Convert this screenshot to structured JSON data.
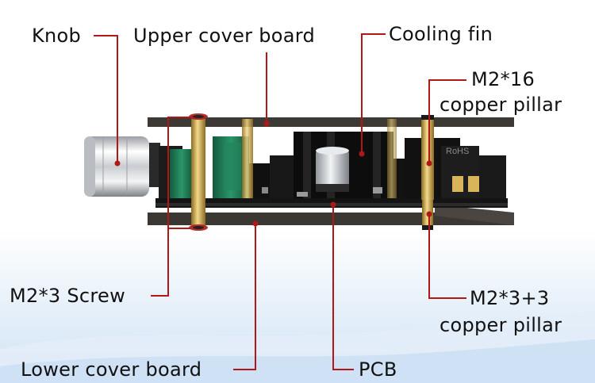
{
  "diagram": {
    "title": "Amplifier board with acrylic cover – exploded labels",
    "colors": {
      "leader": "#b01818",
      "board": "#3a3530",
      "pcb": "#151515",
      "brass": "#c9a246",
      "green": "#1f7a55",
      "silver": "#d9dcdf",
      "backgroundTint": "#d7e7f6"
    },
    "labels": {
      "knob": "Knob",
      "upper_cover_board": "Upper cover board",
      "cooling_fin": "Cooling fin",
      "m2_16_line1": "M2*16",
      "m2_16_line2": "copper pillar",
      "m2_3_screw": "M2*3 Screw",
      "m2_3_3_line1": "M2*3+3",
      "m2_3_3_line2": "copper pillar",
      "lower_cover_board": "Lower cover board",
      "pcb": "PCB"
    },
    "component_text": {
      "rohs": "RoHS"
    }
  }
}
